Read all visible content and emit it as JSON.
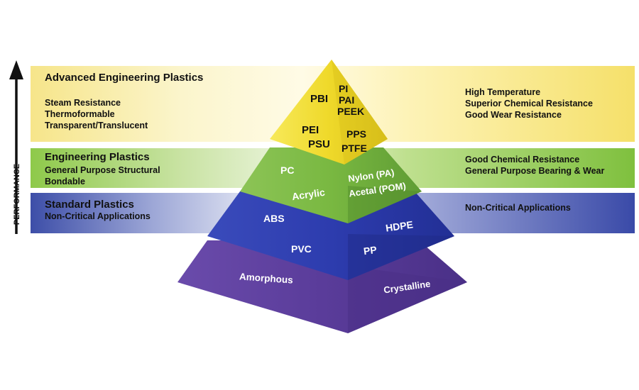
{
  "axis": {
    "label": "PERFORMANCE"
  },
  "tiers": {
    "advanced": {
      "title": "Advanced Engineering Plastics",
      "left": [
        "Steam Resistance",
        "Thermoformable",
        "Transparent/Translucent"
      ],
      "right": [
        "High Temperature",
        "Superior Chemical Resistance",
        "Good Wear Resistance"
      ],
      "materials": [
        "PBI",
        "PI",
        "PAI",
        "PEEK",
        "PEI",
        "PSU",
        "PPS",
        "PTFE"
      ]
    },
    "engineering": {
      "title": "Engineering Plastics",
      "left": [
        "General Purpose Structural",
        "Bondable"
      ],
      "right": [
        "Good Chemical Resistance",
        "General Purpose Bearing & Wear"
      ],
      "materials": [
        "PC",
        "Acrylic",
        "Nylon (PA)",
        "Acetal (POM)"
      ]
    },
    "standard": {
      "title": "Standard Plastics",
      "left": [
        "Non-Critical Applications"
      ],
      "right": [
        "Non-Critical Applications"
      ],
      "materials": [
        "ABS",
        "PVC",
        "HDPE",
        "PP"
      ]
    },
    "base": {
      "left": "Amorphous",
      "right": "Crystalline"
    }
  },
  "colors": {
    "yellow": "#f2dc2e",
    "green": "#7ab743",
    "blue": "#2f3fae",
    "purple": "#5a3c9a"
  }
}
